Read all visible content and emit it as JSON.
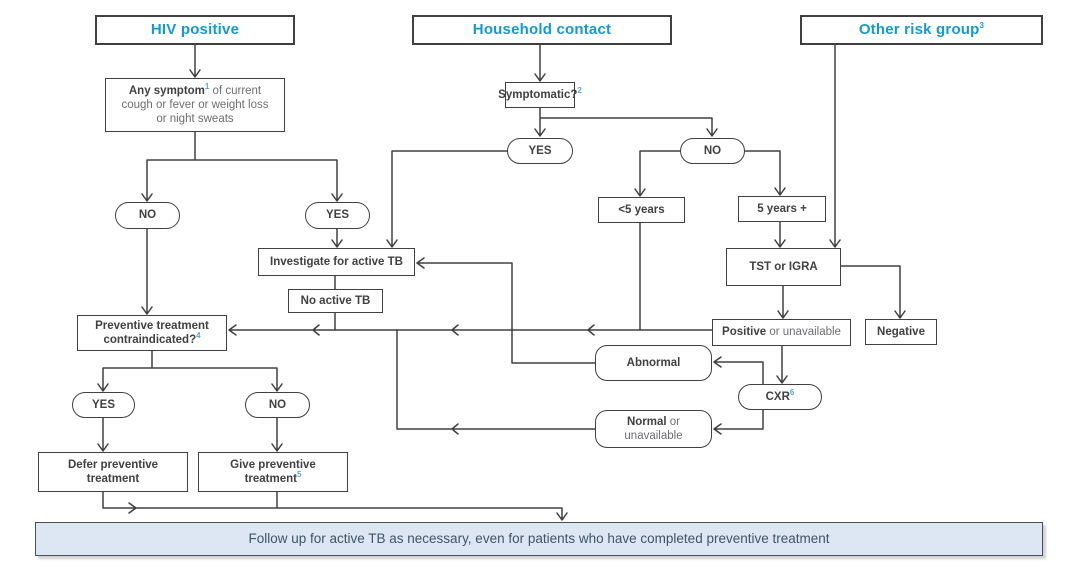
{
  "colors": {
    "accent_blue": "#1598d6",
    "line_dark": "#404041",
    "text_dark": "#414042",
    "text_gray": "#6d6e71",
    "bar_bg": "#dde7f3",
    "bar_border": "#46505e",
    "bar_text": "#3f5466"
  },
  "headers": {
    "hiv": {
      "label": "HIV positive"
    },
    "household": {
      "label": "Household contact"
    },
    "other": {
      "label": "Other risk group",
      "sup": "3"
    }
  },
  "nodes": {
    "any_symptom": {
      "bold": "Any symptom",
      "sup": "1",
      "rest": " of current cough or fever or weight loss or night sweats"
    },
    "symptomatic": {
      "bold": "Symptomatic?",
      "sup": "2"
    },
    "yes_sym": {
      "label": "YES"
    },
    "no_sym": {
      "label": "NO"
    },
    "under5": {
      "label": "<5 years"
    },
    "over5": {
      "label": "5 years +"
    },
    "tst": {
      "label": "TST or IGRA"
    },
    "positive": {
      "bold": "Positive",
      "rest": " or unavailable"
    },
    "negative": {
      "label": "Negative"
    },
    "no_hiv": {
      "label": "NO"
    },
    "yes_hiv": {
      "label": "YES"
    },
    "investigate": {
      "label": "Investigate for active TB"
    },
    "no_active_tb": {
      "label": "No active TB"
    },
    "contraindicated": {
      "bold": "Preventive treatment contraindicated?",
      "sup": "4"
    },
    "yes_contra": {
      "label": "YES"
    },
    "no_contra": {
      "label": "NO"
    },
    "defer": {
      "label": "Defer preventive treatment"
    },
    "give": {
      "bold": "Give preventive treatment",
      "sup": "5"
    },
    "abnormal": {
      "label": "Abnormal"
    },
    "cxr": {
      "bold": "CXR",
      "sup": "6"
    },
    "normal": {
      "bold": "Normal",
      "rest": " or unavailable"
    },
    "followup": {
      "label": "Follow up for active TB as necessary, even for patients who have completed preventive treatment"
    }
  }
}
